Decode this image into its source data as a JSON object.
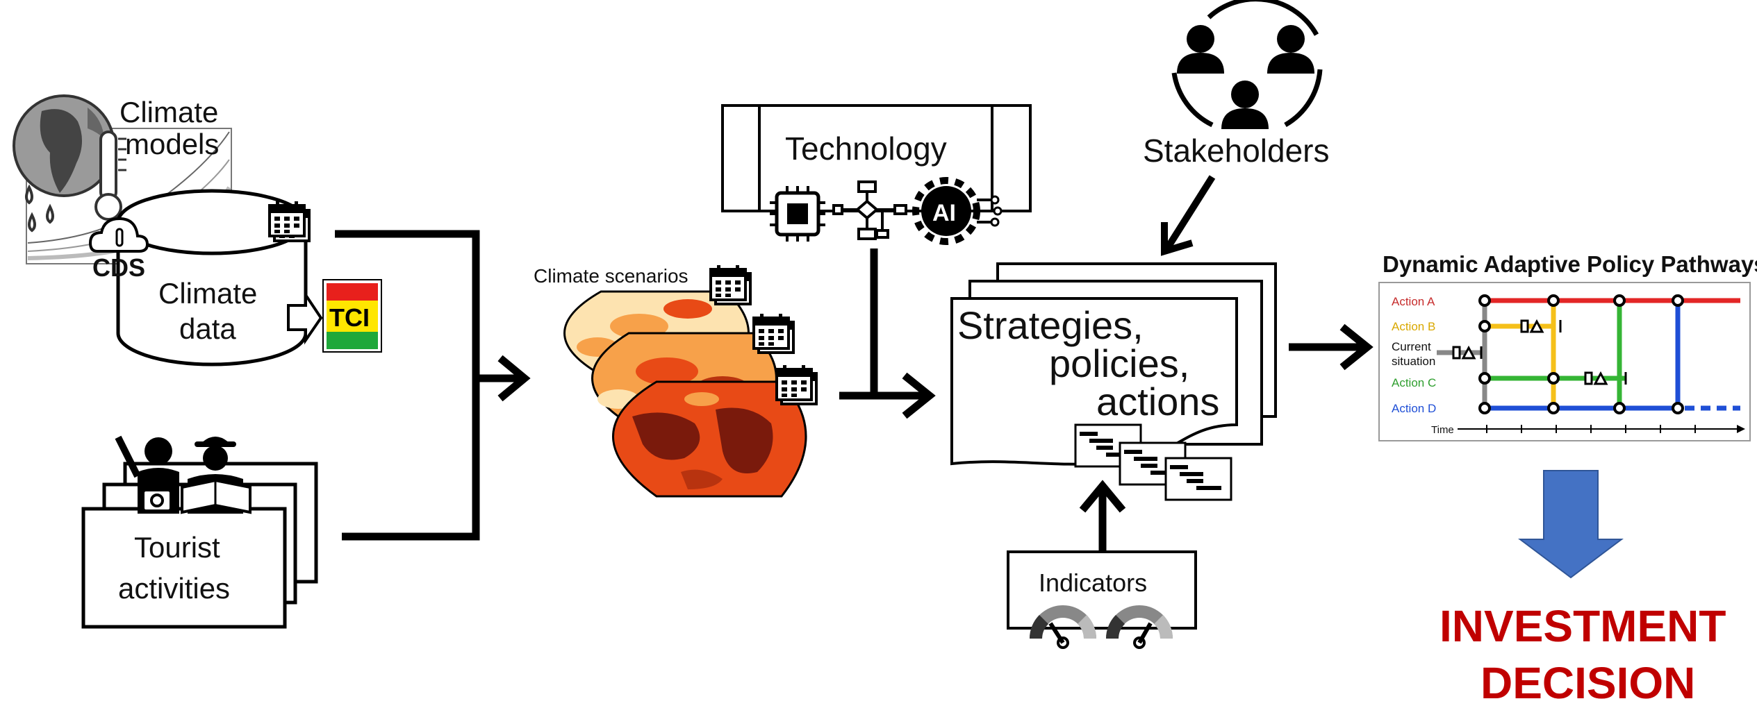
{
  "colors": {
    "ink": "#000000",
    "tci_red": "#e8201c",
    "tci_yellow": "#ffe600",
    "tci_green": "#1fa83a",
    "action_a": "#e32626",
    "action_b": "#f5c01a",
    "action_c": "#35b535",
    "action_d": "#1f4fd6",
    "investment_text": "#c00000",
    "down_arrow": "#4472c4",
    "map_dark": "#7a1a0c",
    "map_hot": "#e84a16",
    "map_warm": "#f7a14a",
    "map_pale": "#fde3b0"
  },
  "nodes": {
    "climate_models": {
      "line1": "Climate",
      "line2": "models"
    },
    "cds": "CDS",
    "climate_data": {
      "line1": "Climate",
      "line2": "data"
    },
    "tci": "TCI",
    "tourist_activities": {
      "line1": "Tourist",
      "line2": "activities"
    },
    "climate_scenarios": "Climate scenarios",
    "technology": "Technology",
    "ai_badge": "AI",
    "stakeholders": "Stakeholders",
    "strategies": {
      "line1": "Strategies,",
      "line2": "policies,",
      "line3": "actions"
    },
    "indicators": "Indicators"
  },
  "dapp": {
    "title": "Dynamic Adaptive Policy Pathways",
    "actions": [
      "Action A",
      "Action B",
      "Action C",
      "Action D"
    ],
    "current_situation": {
      "line1": "Current",
      "line2": "situation"
    },
    "time_label": "Time"
  },
  "decision": {
    "line1": "INVESTMENT",
    "line2": "DECISION"
  },
  "icons": [
    "globe-icon",
    "thermometer-icon",
    "rain-drops-icon",
    "calendar-icon",
    "cloud-icon",
    "person-icon",
    "map-reader-icon",
    "camera-icon",
    "chip-icon",
    "flowchart-icon",
    "ai-gear-icon",
    "people-group-icon",
    "gauge-icon",
    "gantt-icon"
  ]
}
